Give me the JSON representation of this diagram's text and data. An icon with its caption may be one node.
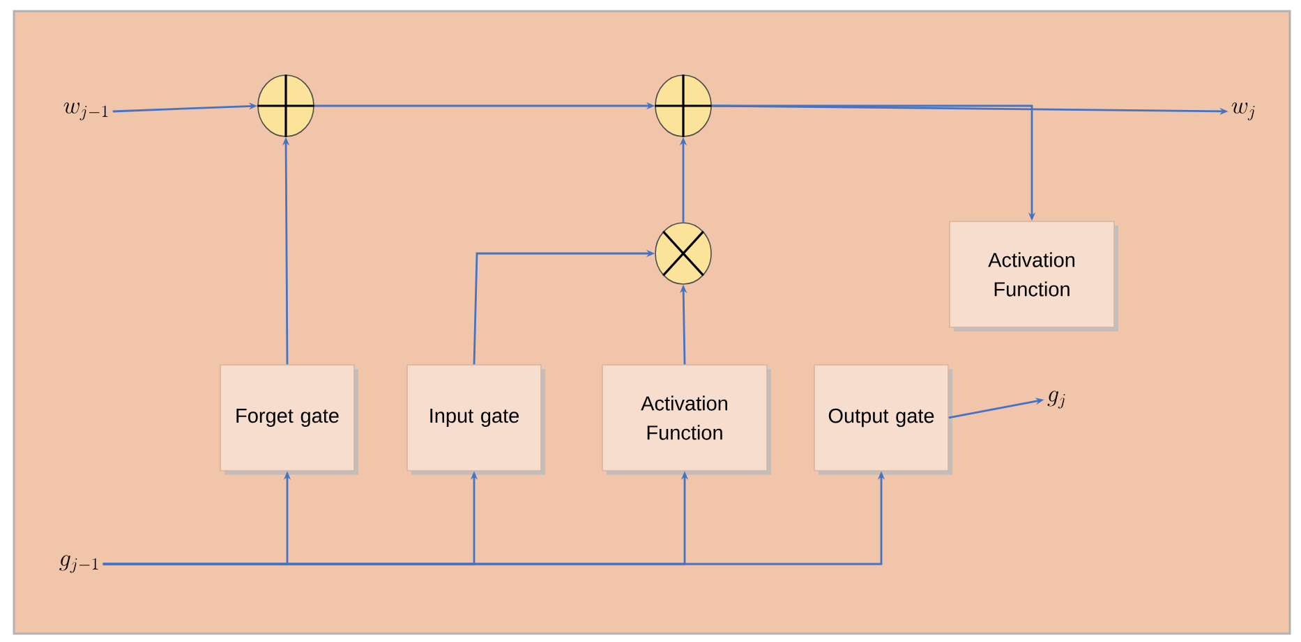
{
  "diagram": {
    "nodes": [
      {
        "text": [
          "w_{j-1}"
        ]
      },
      {
        "text": [],
        "shape": "circle"
      },
      {
        "text": [],
        "shape": "circle"
      },
      {
        "text": [
          "w_j"
        ]
      },
      {
        "text": [],
        "shape": "circle"
      },
      {
        "text": [
          "Activation Function"
        ]
      },
      {
        "text": [
          "Forget gate"
        ]
      },
      {
        "text": [
          "Input gate"
        ]
      },
      {
        "text": [
          "Activation Function"
        ]
      },
      {
        "text": [
          "Output gate"
        ]
      },
      {
        "text": [
          "g_j"
        ]
      },
      {
        "text": [
          "g_{j-1}"
        ]
      }
    ],
    "edges": [
      {
        "from": 0,
        "to": 1,
        "arrow": "to"
      },
      {
        "from": 1,
        "to": 2,
        "arrow": "to"
      },
      {
        "from": 2,
        "to": 3,
        "arrow": "to"
      },
      {
        "from": 2,
        "to": 5,
        "arrow": "to"
      },
      {
        "from": 6,
        "to": 1,
        "arrow": "to"
      },
      {
        "from": 7,
        "to": 4,
        "arrow": "to"
      },
      {
        "from": 8,
        "to": 4,
        "arrow": "to"
      },
      {
        "from": 4,
        "to": 2,
        "arrow": "to"
      },
      {
        "from": 9,
        "to": 10,
        "arrow": "to"
      },
      {
        "from": 11,
        "to": 6,
        "arrow": "to"
      },
      {
        "from": 11,
        "to": 7,
        "arrow": "to"
      },
      {
        "from": 11,
        "to": 8,
        "arrow": "to"
      },
      {
        "from": 11,
        "to": 9,
        "arrow": "to"
      }
    ]
  }
}
